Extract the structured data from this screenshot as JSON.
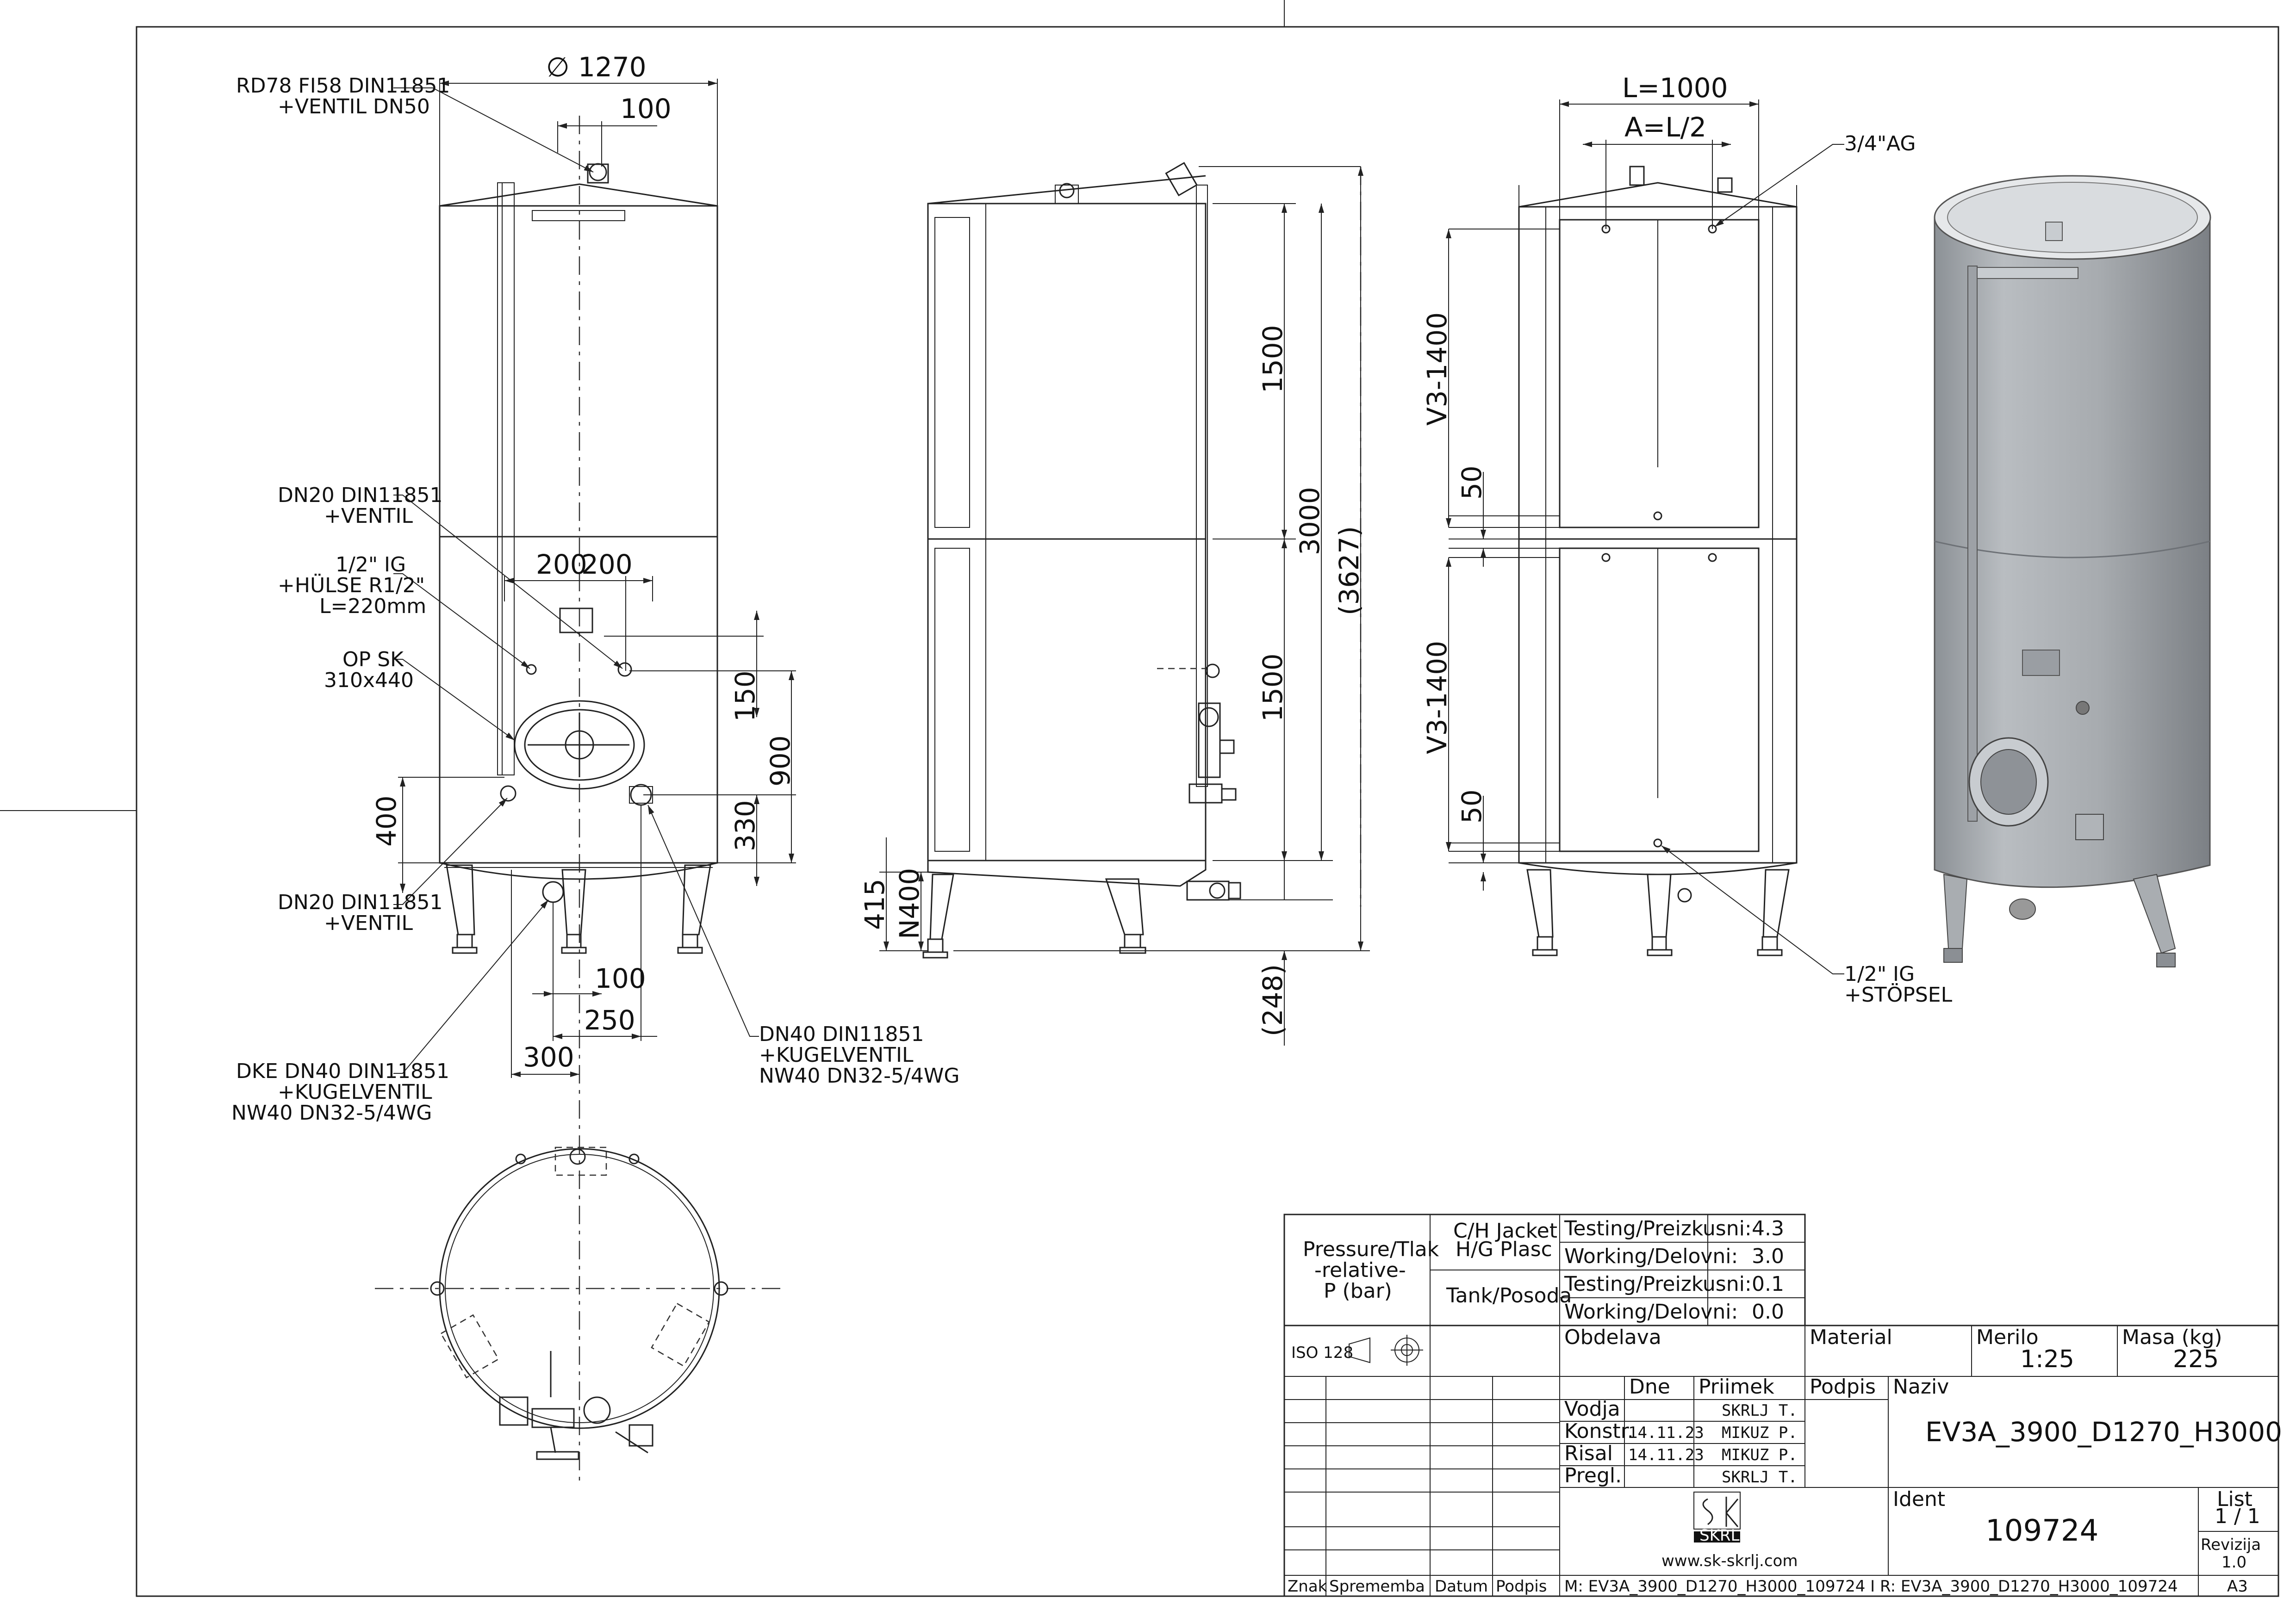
{
  "front_view": {
    "dims": {
      "diameter": "∅ 1270",
      "top_offset": "100",
      "left_200": "200",
      "right_200": "200",
      "d150": "150",
      "d900": "900",
      "d330": "330",
      "d400": "400",
      "d100": "100",
      "d250": "250",
      "d300": "300"
    },
    "callouts": {
      "rd78_line1": "RD78 FI58 DIN11851",
      "rd78_line2": "+VENTIL DN50",
      "dn20a_line1": "DN20 DIN11851",
      "dn20a_line2": "+VENTIL",
      "ig_line1": "1/2\" IG",
      "ig_line2": "+HÜLSE R1/2\"",
      "ig_line3": "L=220mm",
      "opsk_line1": "OP SK",
      "opsk_line2": "310x440",
      "dn20b_line1": "DN20 DIN11851",
      "dn20b_line2": "+VENTIL",
      "dke_line1": "DKE DN40 DIN11851",
      "dke_line2": "+KUGELVENTIL",
      "dke_line3": "NW40 DN32-5/4WG",
      "dn40_line1": "DN40 DIN11851",
      "dn40_line2": "+KUGELVENTIL",
      "dn40_line3": "NW40 DN32-5/4WG"
    }
  },
  "side_view": {
    "dims": {
      "d1500_top": "1500",
      "d1500_bottom": "1500",
      "d3000": "3000",
      "d3627": "(3627)",
      "d415": "415",
      "n400": "N400",
      "d248": "(248)"
    }
  },
  "back_view": {
    "dims": {
      "l1000": "L=1000",
      "a_l2": "A=L/2",
      "v3_top": "V3-1400",
      "v3_bottom": "V3-1400",
      "d50_top": "50",
      "d50_bottom": "50"
    },
    "callouts": {
      "ag": "3/4\"AG",
      "ig_line1": "1/2\" IG",
      "ig_line2": "+STÖPSEL"
    }
  },
  "title_block": {
    "pressure_label_1": "Pressure/Tlak",
    "pressure_label_2": "-relative-",
    "pressure_label_3": "P (bar)",
    "jacket_label_1": "C/H Jacket",
    "jacket_label_2": "H/G Plasc",
    "tank_label": "Tank/Posoda",
    "rows": [
      {
        "label": "Testing/Preizkusni:",
        "value": "4.3"
      },
      {
        "label": "Working/Delovni:",
        "value": "3.0"
      },
      {
        "label": "Testing/Preizkusni:",
        "value": "0.1"
      },
      {
        "label": "Working/Delovni:",
        "value": "0.0"
      }
    ],
    "iso": "ISO 128",
    "obdelava": "Obdelava",
    "material": "Material",
    "merilo_label": "Merilo",
    "merilo_value": "1:25",
    "masa_label": "Masa (kg)",
    "masa_value": "225",
    "dne": "Dne",
    "priimek": "Priimek",
    "podpis_head": "Podpis",
    "naziv_label": "Naziv",
    "naziv_value": "EV3A_3900_D1270_H3000",
    "people": [
      {
        "role": "Vodja",
        "date": "",
        "name": "SKRLJ T."
      },
      {
        "role": "Konstr.",
        "date": "14.11.23",
        "name": "MIKUZ P."
      },
      {
        "role": "Risal",
        "date": "14.11.23",
        "name": "MIKUZ P."
      },
      {
        "role": "Pregl.",
        "date": "",
        "name": "SKRLJ T."
      }
    ],
    "logo_text": "SKRLJ",
    "website": "www.sk-skrlj.com",
    "ident_label": "Ident",
    "ident_value": "109724",
    "list_label": "List",
    "list_value": "1 / 1",
    "revizija_label": "Revizija",
    "revizija_value": "1.0",
    "footer": {
      "znak": "Znak",
      "sprememba": "Sprememba",
      "datum": "Datum",
      "podpis": "Podpis",
      "file": "M: EV3A_3900_D1270_H3000_109724 I R: EV3A_3900_D1270_H3000_109724",
      "format": "A3"
    }
  }
}
